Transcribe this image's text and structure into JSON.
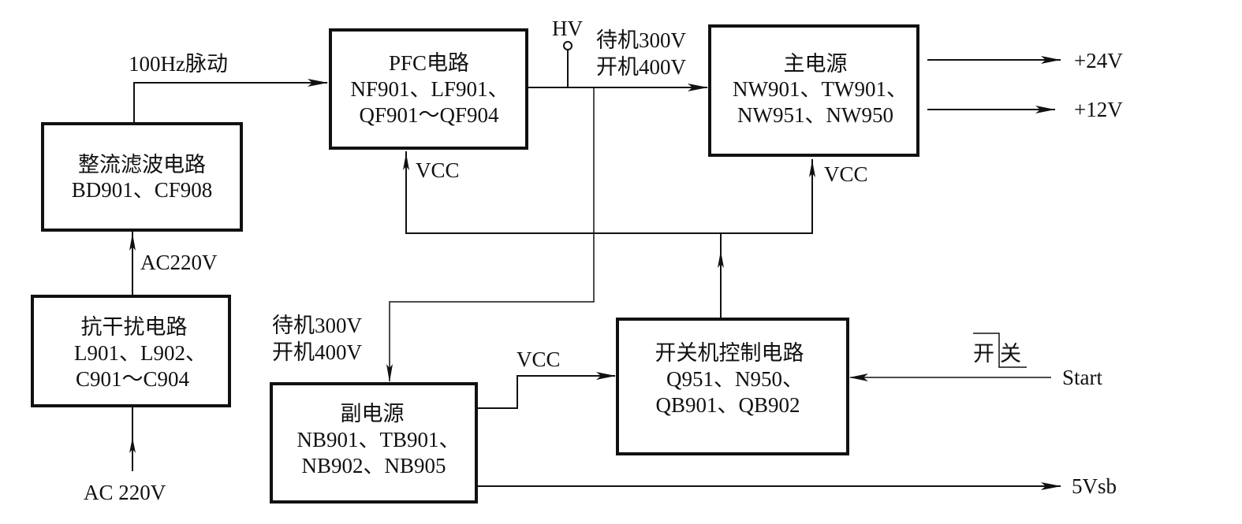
{
  "blocks": {
    "rectifier": {
      "title": "整流滤波电路",
      "parts": [
        "BD901、CF908"
      ]
    },
    "emi": {
      "title": "抗干扰电路",
      "parts": [
        "L901、L902、",
        "C901～C904"
      ]
    },
    "pfc": {
      "title": "PFC电路",
      "parts": [
        "NF901、LF901、",
        "QF901～QF904"
      ]
    },
    "main_psu": {
      "title": "主电源",
      "parts": [
        "NW901、TW901、",
        "NW951、NW950"
      ]
    },
    "standby_psu": {
      "title": "副电源",
      "parts": [
        "NB901、TB901、",
        "NB902、NB905"
      ]
    },
    "power_control": {
      "title": "开关机控制电路",
      "parts": [
        "Q951、N950、",
        "QB901、QB902"
      ]
    }
  },
  "labels": {
    "pulse_100hz": "100Hz脉动",
    "ac220v_mid": "AC220V",
    "ac220v_input": "AC 220V",
    "hv": "HV",
    "standby_300v_top": "待机300V",
    "on_400v_top": "开机400V",
    "standby_300v_left": "待机300V",
    "on_400v_left": "开机400V",
    "vcc_pfc": "VCC",
    "vcc_main": "VCC",
    "vcc_standby": "VCC",
    "out_24v": "+24V",
    "out_12v": "+12V",
    "out_5vsb": "5Vsb",
    "switch_on": "开",
    "switch_off": "关",
    "start": "Start"
  }
}
